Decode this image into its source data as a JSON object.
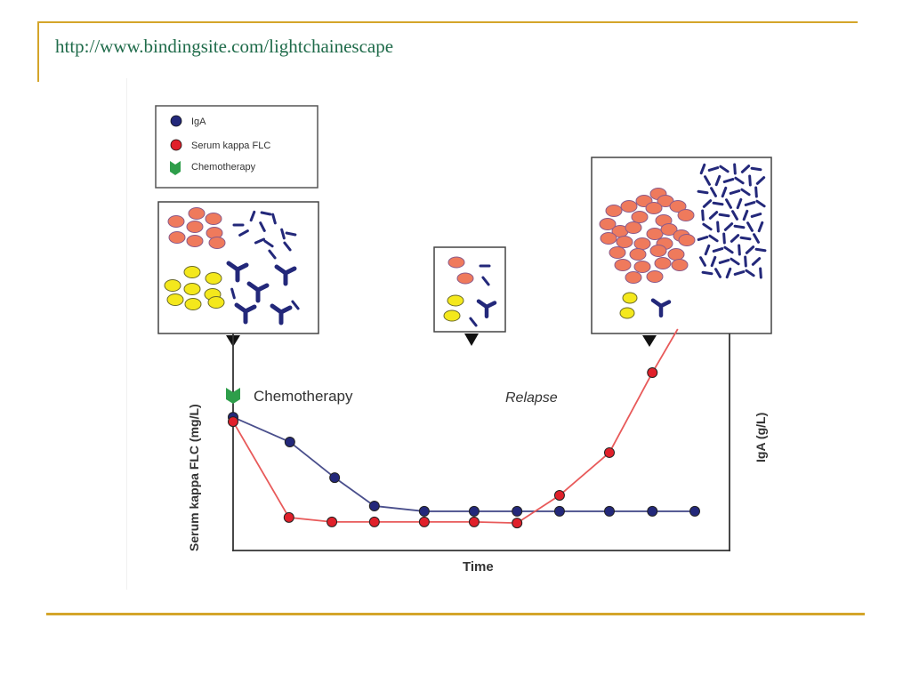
{
  "header": {
    "url_text": "http://www.bindingsite.com/lightchainescape"
  },
  "colors": {
    "accent_rule": "#d4a52a",
    "url_text": "#1f6b4a",
    "iga": "#23287a",
    "flc": "#e0202a",
    "flc_line": "#e85a5a",
    "iga_line": "#4a4f8c",
    "chemo": "#2e9e4a",
    "plasma_cell": "#ef7a5c",
    "normal_cell": "#f4e81c",
    "light_chain": "#23287a"
  },
  "chart_data": {
    "type": "line",
    "title": "",
    "xlabel": "Time",
    "ylabel": "Serum kappa FLC (mg/L)",
    "y2label": "IgA (g/L)",
    "units_note": "arbitrary units; no tick labels shown",
    "xlim": [
      0,
      10.7
    ],
    "ylim": [
      0,
      100
    ],
    "grid": false,
    "legend": {
      "placement": "top-left",
      "entries": [
        {
          "label": "IgA",
          "marker": "circle",
          "color": "#23287a"
        },
        {
          "label": "Serum kappa FLC",
          "marker": "circle",
          "color": "#e0202a"
        },
        {
          "label": "Chemotherapy",
          "marker": "chevron",
          "color": "#2e9e4a"
        }
      ]
    },
    "series": [
      {
        "name": "IgA",
        "x": [
          0,
          1.23,
          2.2,
          3.06,
          4.14,
          5.22,
          6.15,
          7.07,
          8.15,
          9.08,
          10
        ],
        "values": [
          60.2,
          49.0,
          32.9,
          20.1,
          17.7,
          17.7,
          17.7,
          17.7,
          17.7,
          17.7,
          17.7
        ]
      },
      {
        "name": "Serum kappa FLC",
        "x": [
          0,
          1.21,
          2.14,
          3.06,
          4.14,
          5.22,
          6.15,
          7.07,
          8.15,
          9.08
        ],
        "values": [
          58.2,
          14.9,
          12.9,
          12.9,
          12.9,
          12.9,
          12.4,
          24.9,
          44.2,
          80.3
        ],
        "continues_to": {
          "x": 9.63,
          "value": 100
        }
      }
    ],
    "annotations": [
      {
        "text": "Chemotherapy",
        "x": 0,
        "value": 70,
        "marker": "chevron"
      },
      {
        "text": "Relapse",
        "x": 5.5,
        "value": 70,
        "style": "italic"
      }
    ],
    "insets": [
      {
        "name": "diagnosis",
        "points_to_x": 0
      },
      {
        "name": "remission",
        "points_to_x": 5.22
      },
      {
        "name": "relapse",
        "points_to_x": 9.08
      }
    ]
  }
}
